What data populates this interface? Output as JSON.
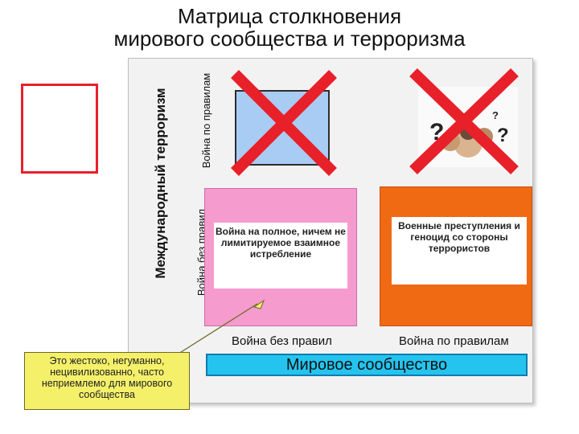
{
  "title": {
    "line1": "Матрица столкновения",
    "line2": "мирового сообщества и терроризма"
  },
  "vertical_axis": {
    "main_label": "Международный терроризм",
    "row_top": "Война по правилам",
    "row_bottom": "Война без правил"
  },
  "cells": {
    "bottom_left": "Война на полное, ничем не лимитируемое взаимное истребление",
    "bottom_right": "Военные преступления и геноцид со стороны террористов"
  },
  "horizontal_axis": {
    "col_left": "Война без правил",
    "col_right": "Война по правилам",
    "main_label": "Мировое сообщество"
  },
  "callout": "Это жестоко, негуманно, нецивилизованно, часто неприемлемо для мирового сообщества",
  "colors": {
    "cross": "#e8202a",
    "blue_cell": "#a9ccf5",
    "pink_cell": "#f59bce",
    "orange_cell": "#f06a14",
    "bar": "#25c4ef",
    "callout": "#f4f06a"
  },
  "icons": [
    "red-cross-icon",
    "question-faces-image"
  ]
}
